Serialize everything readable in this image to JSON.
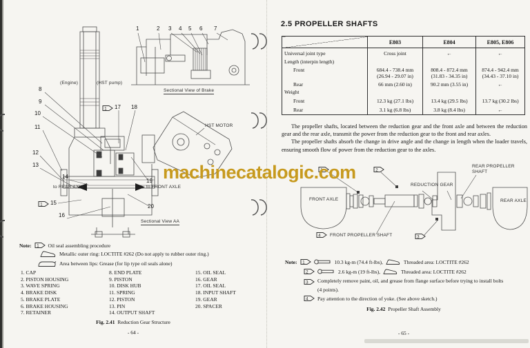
{
  "watermark": {
    "text": "machinecatalogic.com",
    "color": "#c79a1e"
  },
  "left_page": {
    "labels": {
      "engine": "(Engine)",
      "hst_pump": "(HST pump)",
      "brake_caption": "Sectional View of Brake",
      "hst_motor": "HST MOTOR",
      "to_rear_axle": "to REAR AXLE",
      "to_front_axle": "to FRONT AXLE",
      "section_aa": "Sectional View AA"
    },
    "brake_callouts": [
      "1",
      "2",
      "3",
      "4",
      "5",
      "6",
      "7"
    ],
    "gear_callouts": [
      "8",
      "9",
      "10",
      "11",
      "12",
      "13",
      "14",
      "15",
      "16",
      "17",
      "18",
      "19",
      "20"
    ],
    "oil_seal_flag": "1",
    "note": {
      "label": "Note:",
      "flag": "1",
      "procedure": "Oil seal assembling procedure",
      "metallic": "Metallic outer ring: LOCTITE #262 (Do not apply to rubber outer ring.)",
      "lips": "Area between lips: Grease (for lip type oil seals alone)"
    },
    "parts": [
      [
        "1. CAP",
        "2. PISTON HOUSING",
        "3. WAVE SPRING",
        "4. BRAKE DISK",
        "5. BRAKE PLATE",
        "6. BRAKE HOUSING",
        "7. RETAINER"
      ],
      [
        "8. END PLATE",
        "9. PISTON",
        "10. DISK HUB",
        "11. SPRING",
        "12. PISTON",
        "13. PIN",
        "14. OUTPUT SHAFT"
      ],
      [
        "15. OIL SEAL",
        "16. GEAR",
        "17. OIL SEAL",
        "18. INPUT SHAFT",
        "19. GEAR",
        "20. SPACER"
      ]
    ],
    "figure": {
      "number": "Fig. 2.41",
      "title": "Reduction Gear Structure"
    },
    "page_number": "- 64 -"
  },
  "right_page": {
    "heading": "2.5  PROPELLER SHAFTS",
    "table": {
      "headers": [
        "E803",
        "E804",
        "E805, E806"
      ],
      "rows": [
        {
          "label": "Universal joint type",
          "c1": "Cross joint",
          "c2": "←",
          "c3": "←"
        },
        {
          "label": "Length (interpin length)",
          "c1": "",
          "c2": "",
          "c3": ""
        },
        {
          "label": "Front",
          "c1": "684.4 - 738.4 mm\n(26.94 - 29.07 in)",
          "c2": "808.4 - 872.4 mm\n(31.83 - 34.35 in)",
          "c3": "874.4 - 942.4 mm\n(34.43 - 37.10 in)"
        },
        {
          "label": "Rear",
          "c1": "66 mm (2.60 in)",
          "c2": "90.2 mm (3.55 in)",
          "c3": "←"
        },
        {
          "label": "Weight",
          "c1": "",
          "c2": "",
          "c3": ""
        },
        {
          "label": "Front",
          "c1": "12.3 kg (27.1 lbs)",
          "c2": "13.4 kg (29.5 lbs)",
          "c3": "13.7 kg (30.2 lbs)"
        },
        {
          "label": "Rear",
          "c1": "3.1 kg (6.8 lbs)",
          "c2": "3.8 kg (8.4 lbs)",
          "c3": "←"
        }
      ]
    },
    "paragraphs": {
      "p1": "The propeller shafts, located between the reduction gear and the front axle and between the reduction gear and the rear axle, transmit the power from the reduction gear to the front and rear axles.",
      "p2": "The propeller shafts absorb the change in drive angle and the change in length when the loader travels, ensuring smooth flow of power from the reduction gear to the axles."
    },
    "diagram": {
      "front_axle": "FRONT AXLE",
      "rear_axle": "REAR AXLE",
      "reduction_gear": "REDUCTION GEAR",
      "rear_prop_line1": "REAR PROPELLER",
      "rear_prop_line2": "SHAFT",
      "front_prop": "FRONT PROPELLER SHAFT",
      "flag1": "1",
      "flag2": "2",
      "flag3": "3",
      "flag4": "4"
    },
    "note": {
      "label": "Note:",
      "item1": {
        "flag": "1",
        "torque": "10.3 kg-m (74.4 ft-lbs),",
        "thread": "Threaded area: LOCTITE #262"
      },
      "item2": {
        "flag": "2",
        "torque": "2.6 kg-m (19 ft-lbs),",
        "thread": "Threaded area: LOCTITE #262"
      },
      "item3": {
        "flag": "3",
        "line1": "Completely remove paint, oil, and grease from flange surface before trying to install bolts",
        "line2": "(4 points)."
      },
      "item4": {
        "flag": "4",
        "text": "Pay attention to the direction of yoke.  (See above sketch.)"
      }
    },
    "figure": {
      "number": "Fig. 2.42",
      "title": "Propeller Shaft Assembly"
    },
    "page_number": "- 65 -"
  }
}
